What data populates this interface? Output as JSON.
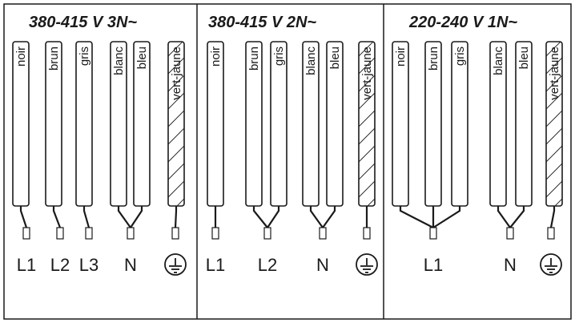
{
  "panels": [
    {
      "title": "380-415 V 3N~",
      "wires": [
        {
          "label": "noir",
          "striped": false
        },
        {
          "label": "brun",
          "striped": false
        },
        {
          "label": "gris",
          "striped": false
        },
        {
          "label": "blanc",
          "striped": false
        },
        {
          "label": "bleu",
          "striped": false
        },
        {
          "label": "vert-jaune",
          "striped": true
        }
      ],
      "groups": [
        {
          "wires": [
            0
          ],
          "terminal": "L1"
        },
        {
          "wires": [
            1
          ],
          "terminal": "L2"
        },
        {
          "wires": [
            2
          ],
          "terminal": "L3"
        },
        {
          "wires": [
            3,
            4
          ],
          "terminal": "N"
        },
        {
          "wires": [
            5
          ],
          "terminal": "ground"
        }
      ]
    },
    {
      "title": "380-415 V 2N~",
      "wires": [
        {
          "label": "noir",
          "striped": false
        },
        {
          "label": "brun",
          "striped": false
        },
        {
          "label": "gris",
          "striped": false
        },
        {
          "label": "blanc",
          "striped": false
        },
        {
          "label": "bleu",
          "striped": false
        },
        {
          "label": "vert-jaune",
          "striped": true
        }
      ],
      "groups": [
        {
          "wires": [
            0
          ],
          "terminal": "L1"
        },
        {
          "wires": [
            1,
            2
          ],
          "terminal": "L2"
        },
        {
          "wires": [
            3,
            4
          ],
          "terminal": "N"
        },
        {
          "wires": [
            5
          ],
          "terminal": "ground"
        }
      ]
    },
    {
      "title": "220-240 V 1N~",
      "wires": [
        {
          "label": "noir",
          "striped": false
        },
        {
          "label": "brun",
          "striped": false
        },
        {
          "label": "gris",
          "striped": false
        },
        {
          "label": "blanc",
          "striped": false
        },
        {
          "label": "bleu",
          "striped": false
        },
        {
          "label": "vert-jaune",
          "striped": true
        }
      ],
      "groups": [
        {
          "wires": [
            0,
            1,
            2
          ],
          "terminal": "L1"
        },
        {
          "wires": [
            3,
            4
          ],
          "terminal": "N"
        },
        {
          "wires": [
            5
          ],
          "terminal": "ground"
        }
      ]
    }
  ],
  "ground_icon": "ground-symbol-icon",
  "colors": {
    "ink": "#1a1a1a",
    "background": "#ffffff"
  }
}
